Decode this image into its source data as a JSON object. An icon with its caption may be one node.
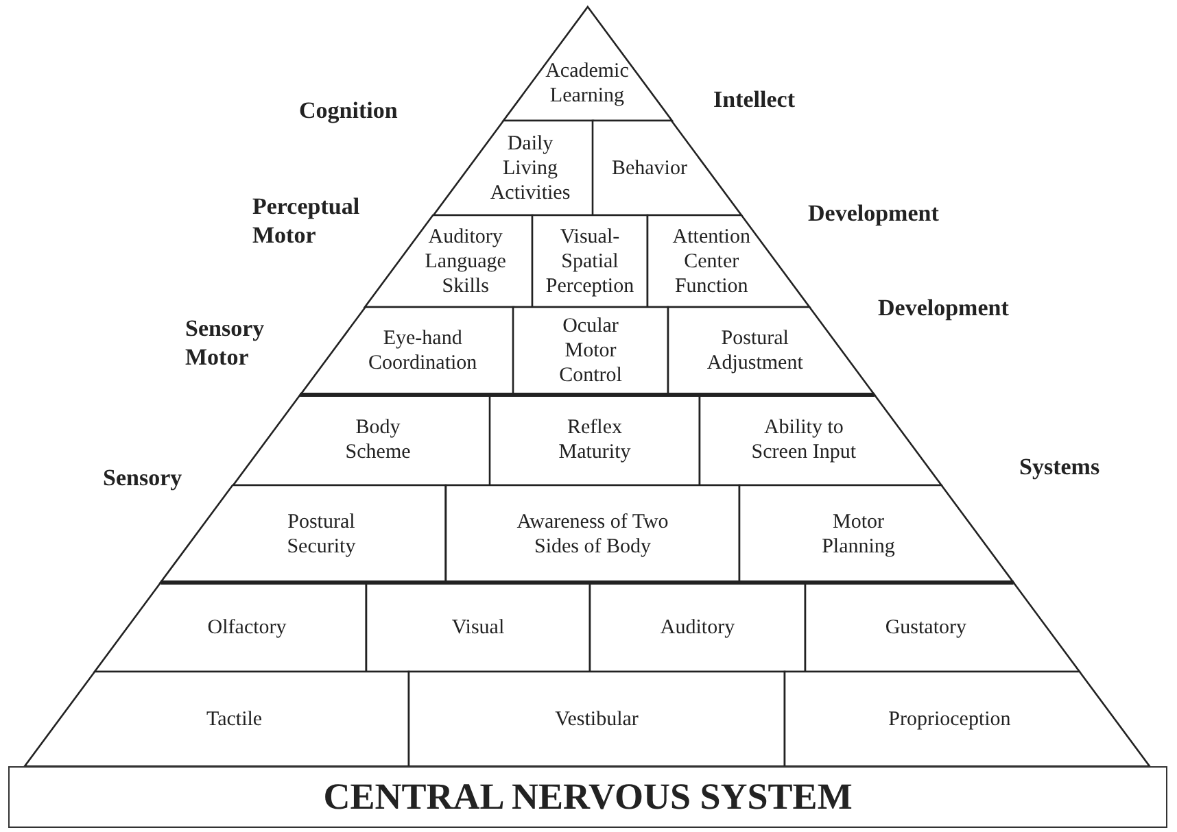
{
  "diagram": {
    "nodes": [
      {
        "text": [
          "Academic Learning"
        ]
      },
      {
        "text": [
          "Daily Living Activities"
        ]
      },
      {
        "text": [
          "Behavior"
        ]
      },
      {
        "text": [
          "Auditory Language Skills"
        ]
      },
      {
        "text": [
          "Visual-Spatial Perception"
        ]
      },
      {
        "text": [
          "Attention Center Function"
        ]
      },
      {
        "text": [
          "Eye-hand Coordination"
        ]
      },
      {
        "text": [
          "Ocular Motor Control"
        ]
      },
      {
        "text": [
          "Postural Adjustment"
        ]
      },
      {
        "text": [
          "Body Scheme"
        ]
      },
      {
        "text": [
          "Reflex Maturity"
        ]
      },
      {
        "text": [
          "Ability to Screen Input"
        ]
      },
      {
        "text": [
          "Postural Security"
        ]
      },
      {
        "text": [
          "Awareness of Two Sides of Body"
        ]
      },
      {
        "text": [
          "Motor Planning"
        ]
      },
      {
        "text": [
          "Olfactory"
        ]
      },
      {
        "text": [
          "Visual"
        ]
      },
      {
        "text": [
          "Auditory"
        ]
      },
      {
        "text": [
          "Gustatory"
        ]
      },
      {
        "text": [
          "Tactile"
        ]
      },
      {
        "text": [
          "Vestibular"
        ]
      },
      {
        "text": [
          "Proprioception"
        ]
      },
      {
        "text": [
          "CENTRAL NERVOUS SYSTEM"
        ]
      }
    ],
    "labels": [
      "Cognition",
      "Intellect",
      "Perceptual Motor",
      "Development",
      "Sensory Motor",
      "Development",
      "Sensory",
      "Systems"
    ]
  }
}
